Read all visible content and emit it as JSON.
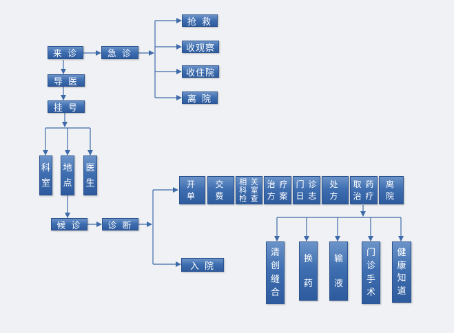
{
  "nodes": {
    "laizhen": "来 诊",
    "jizhen": "急 诊",
    "qiangjiu": "抢 救",
    "shouguancha": "收观察",
    "shouzhuyuan": "收住院",
    "liyuan_top": "离 院",
    "daoyi": "导 医",
    "guahao": "挂 号",
    "keshi": [
      "科",
      "室"
    ],
    "didian": [
      "地",
      "点"
    ],
    "yisheng": [
      "医",
      "生"
    ],
    "houzhen": "候 诊",
    "zhenduan": "诊 断",
    "ruyuan": "入 院"
  },
  "row": [
    {
      "top": "开",
      "bottom": "单"
    },
    {
      "top": "交",
      "bottom": "费"
    },
    {
      "lines": [
        "相 关",
        "科 室",
        "检 查"
      ]
    },
    {
      "top": "治 疗",
      "bottom": "方 案"
    },
    {
      "top": "门 诊",
      "bottom": "日 志"
    },
    {
      "top": "处",
      "bottom": "方"
    },
    {
      "top": "取 药",
      "bottom": "治 疗"
    },
    {
      "top": "离",
      "bottom": "院"
    }
  ],
  "bottom": [
    [
      "清",
      "创",
      "缝",
      "合"
    ],
    [
      "换",
      "药"
    ],
    [
      "输",
      "液"
    ],
    [
      "门",
      "诊",
      "手",
      "术"
    ],
    [
      "健",
      "康",
      "知",
      "道"
    ]
  ],
  "colors": {
    "node": "#3f6fb1",
    "line": "#3d6aa8",
    "background": "#eff1f4"
  }
}
